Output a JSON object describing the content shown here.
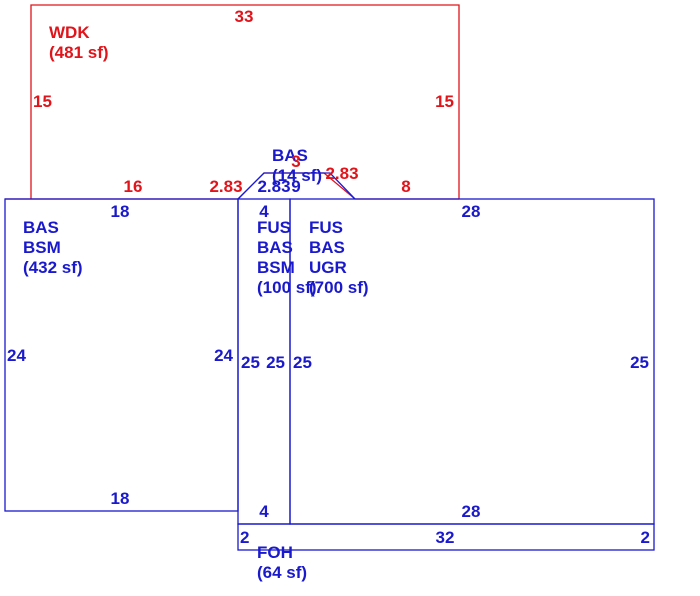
{
  "colors": {
    "wood_deck": "#e0141b",
    "building": "#1a1acc",
    "background": "#ffffff"
  },
  "areas": {
    "wdk": {
      "code": "WDK",
      "area": "(481 sf)"
    },
    "bas_small": {
      "code": "BAS",
      "area": "(14 sf)"
    },
    "left": {
      "line1": "BAS",
      "line2": "BSM",
      "area": "(432 sf)"
    },
    "center": {
      "line1": "FUS",
      "line2": "BAS",
      "line3": "BSM",
      "area": "(100 sf)"
    },
    "right": {
      "line1": "FUS",
      "line2": "BAS",
      "line3": "UGR",
      "area": "(700 sf)"
    },
    "foh": {
      "code": "FOH",
      "area": "(64 sf)"
    }
  },
  "dimensions": {
    "wdk_top": "33",
    "wdk_left": "15",
    "wdk_right": "15",
    "wdk_bottom_left": "16",
    "wdk_angle_left": "2.83",
    "wdk_angle_right": "2.83",
    "wdk_bottom_right": "8",
    "wdk_notch": "3",
    "bas_angle_left": "2.83",
    "bas_notch": "9",
    "left_top": "18",
    "left_bottom": "18",
    "left_left": "24",
    "left_right": "24",
    "center_top": "4",
    "center_bottom": "4",
    "center_left": "25",
    "center_right": "25",
    "right_top": "28",
    "right_bottom": "28",
    "right_left": "25",
    "right_right": "25",
    "foh_bottom": "32",
    "foh_left": "2",
    "foh_right": "2"
  }
}
